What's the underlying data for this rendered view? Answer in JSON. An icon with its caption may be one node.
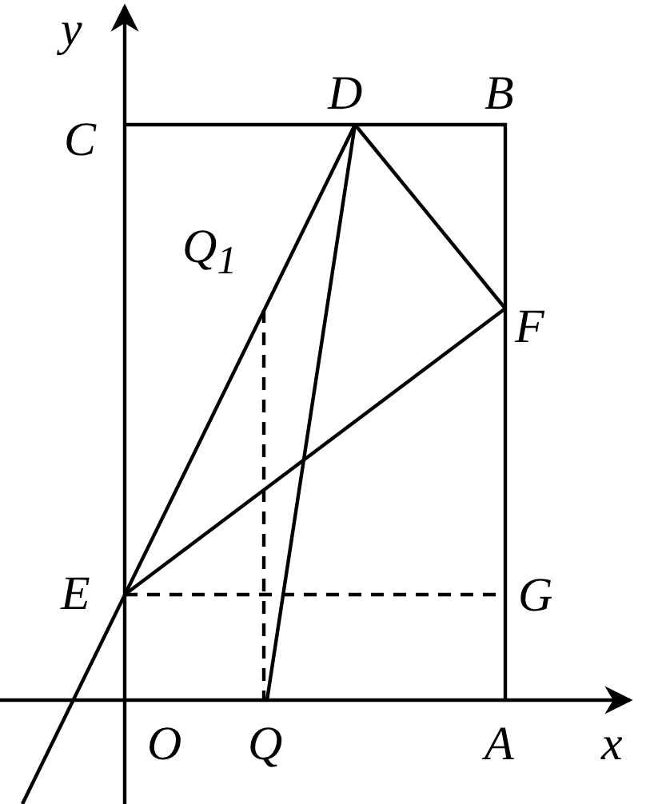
{
  "diagram": {
    "labels": [
      "y",
      "D",
      "B",
      "C",
      "Q$_{1}$",
      "F",
      "E",
      "G",
      "O",
      "Q",
      "A",
      "x"
    ]
  }
}
